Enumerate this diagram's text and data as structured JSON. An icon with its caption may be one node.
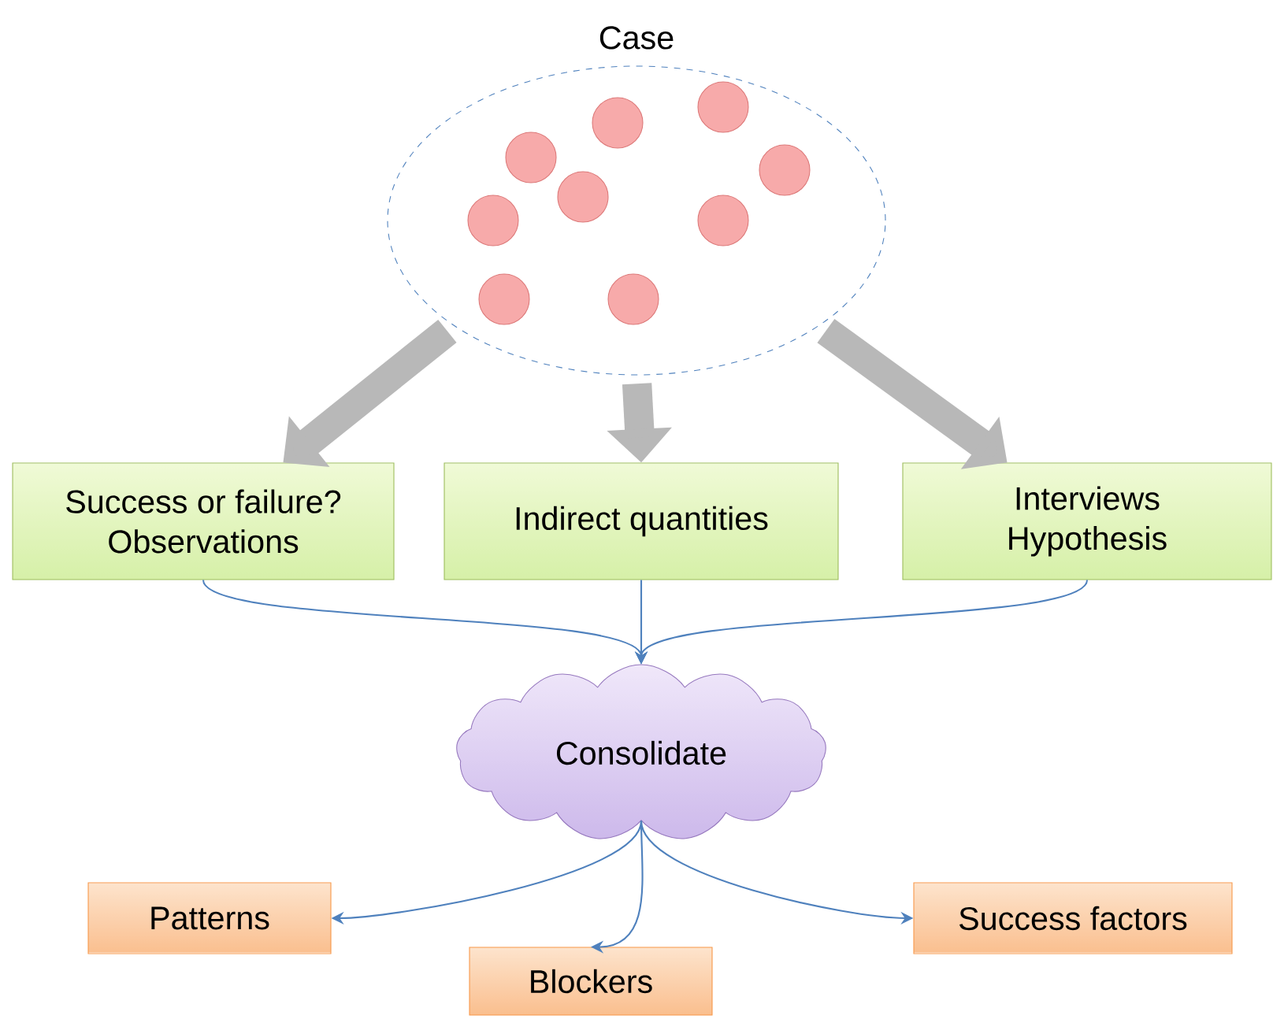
{
  "diagram": {
    "nodes": [
      {
        "text": [
          "Case"
        ]
      },
      {
        "text": [],
        "shape": "circle",
        "in": 0
      },
      {
        "text": [],
        "shape": "circle",
        "in": 0
      },
      {
        "text": [],
        "shape": "circle",
        "in": 0
      },
      {
        "text": [],
        "shape": "circle",
        "in": 0
      },
      {
        "text": [],
        "shape": "circle",
        "in": 0
      },
      {
        "text": [],
        "shape": "circle",
        "in": 0
      },
      {
        "text": [],
        "shape": "circle",
        "in": 0
      },
      {
        "text": [],
        "shape": "circle",
        "in": 0
      },
      {
        "text": [],
        "shape": "circle",
        "in": 0
      },
      {
        "text": [
          "Success or failure?",
          "Observations"
        ]
      },
      {
        "text": [
          "Indirect quantities"
        ]
      },
      {
        "text": [
          "Interviews",
          "Hypothesis"
        ]
      },
      {
        "text": [
          "Consolidate"
        ]
      },
      {
        "text": [
          "Patterns"
        ]
      },
      {
        "text": [
          "Blockers"
        ]
      },
      {
        "text": [
          "Success factors"
        ]
      }
    ],
    "edges": [
      {
        "from": 0,
        "to": 10,
        "arrow": "to",
        "style": "thick",
        "color": "#b8b8b8"
      },
      {
        "from": 0,
        "to": 11,
        "arrow": "to",
        "style": "thick",
        "color": "#b8b8b8"
      },
      {
        "from": 0,
        "to": 12,
        "arrow": "to",
        "style": "thick",
        "color": "#b8b8b8"
      },
      {
        "from": 10,
        "to": 13,
        "arrow": "to"
      },
      {
        "from": 11,
        "to": 13,
        "arrow": "to"
      },
      {
        "from": 12,
        "to": 13,
        "arrow": "to"
      },
      {
        "from": 13,
        "to": 14,
        "arrow": "to"
      },
      {
        "from": 13,
        "to": 15,
        "arrow": "to"
      },
      {
        "from": 13,
        "to": 16,
        "arrow": "to"
      }
    ]
  }
}
